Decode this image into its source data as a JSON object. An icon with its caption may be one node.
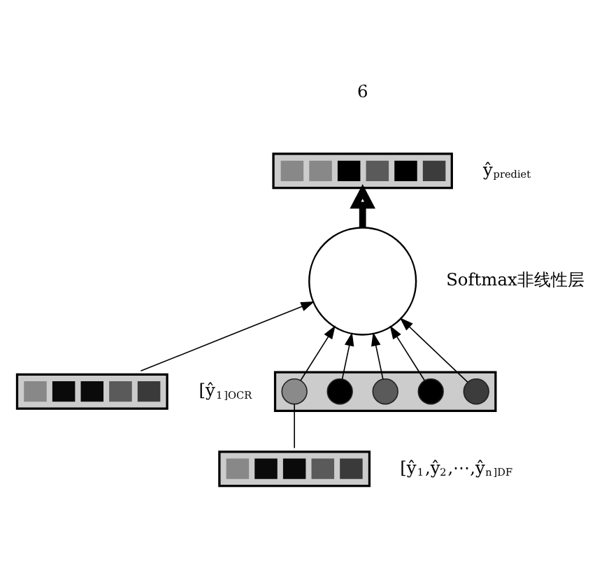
{
  "diagram": {
    "nodes": [
      {
        "text": [],
        "shape": "bar",
        "beside": [
          "6",
          "ŷ$_{prediet}$"
        ]
      },
      {
        "text": [],
        "shape": "circle",
        "beside": [
          "Softmax非线性层"
        ]
      },
      {
        "text": [],
        "shape": "bar",
        "beside": [
          "[ŷ$_{1}$]$_{OCR}$"
        ]
      },
      {
        "text": [],
        "shape": "bar"
      },
      {
        "text": [],
        "shape": "circle",
        "in": 3
      },
      {
        "text": [],
        "shape": "circle",
        "in": 3
      },
      {
        "text": [],
        "shape": "circle",
        "in": 3
      },
      {
        "text": [],
        "shape": "circle",
        "in": 3
      },
      {
        "text": [],
        "shape": "circle",
        "in": 3
      },
      {
        "text": [],
        "shape": "bar",
        "beside": [
          "[ŷ$_{1}$,ŷ$_{2}$,⋯,ŷ$_{n}$]$_{DF}$"
        ]
      }
    ],
    "edges": [
      {
        "from": 1,
        "to": 0,
        "arrow": "to",
        "style": "thick"
      },
      {
        "from": 2,
        "to": 1,
        "arrow": "to"
      },
      {
        "from": 4,
        "to": 1,
        "arrow": "to"
      },
      {
        "from": 5,
        "to": 1,
        "arrow": "to"
      },
      {
        "from": 6,
        "to": 1,
        "arrow": "to"
      },
      {
        "from": 7,
        "to": 1,
        "arrow": "to"
      },
      {
        "from": 8,
        "to": 1,
        "arrow": "to"
      },
      {
        "from": 9,
        "to": 4,
        "arrow": "none"
      }
    ]
  }
}
